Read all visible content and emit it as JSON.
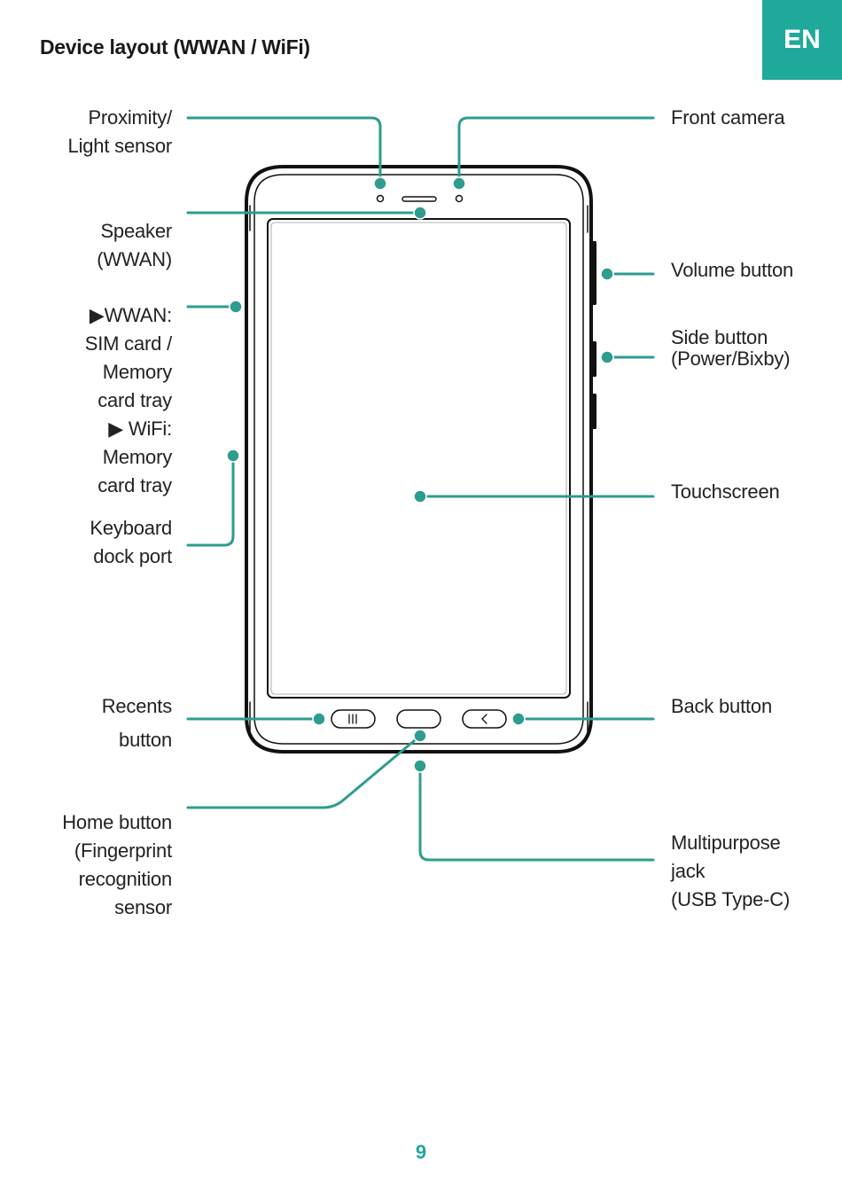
{
  "header": {
    "title": "Device layout (WWAN / WiFi)",
    "language_tab": "EN"
  },
  "colors": {
    "accent": "#1fa99a",
    "callout": "#2e9c8e",
    "text": "#222222"
  },
  "labels": {
    "proximity_sensor": [
      "Proximity/",
      "Light sensor"
    ],
    "speaker": [
      "Speaker",
      "(WWAN)"
    ],
    "card_tray": [
      "▶WWAN:",
      "SIM card /",
      "Memory",
      "card tray",
      "▶ WiFi:",
      "Memory",
      "card tray"
    ],
    "keyboard_dock_port": [
      "Keyboard",
      "dock port"
    ],
    "recents_button": [
      "Recents",
      "button"
    ],
    "home_button": [
      "Home button",
      "(Fingerprint",
      "recognition",
      "sensor"
    ],
    "front_camera": [
      "Front camera"
    ],
    "volume_button": [
      "Volume button"
    ],
    "side_button": [
      "Side button",
      "(Power/Bixby)"
    ],
    "touchscreen": [
      "Touchscreen"
    ],
    "back_button": [
      "Back button"
    ],
    "multipurpose_jack": [
      "Multipurpose",
      "jack",
      "(USB Type-C)"
    ]
  },
  "footer": {
    "page_number": "9"
  }
}
